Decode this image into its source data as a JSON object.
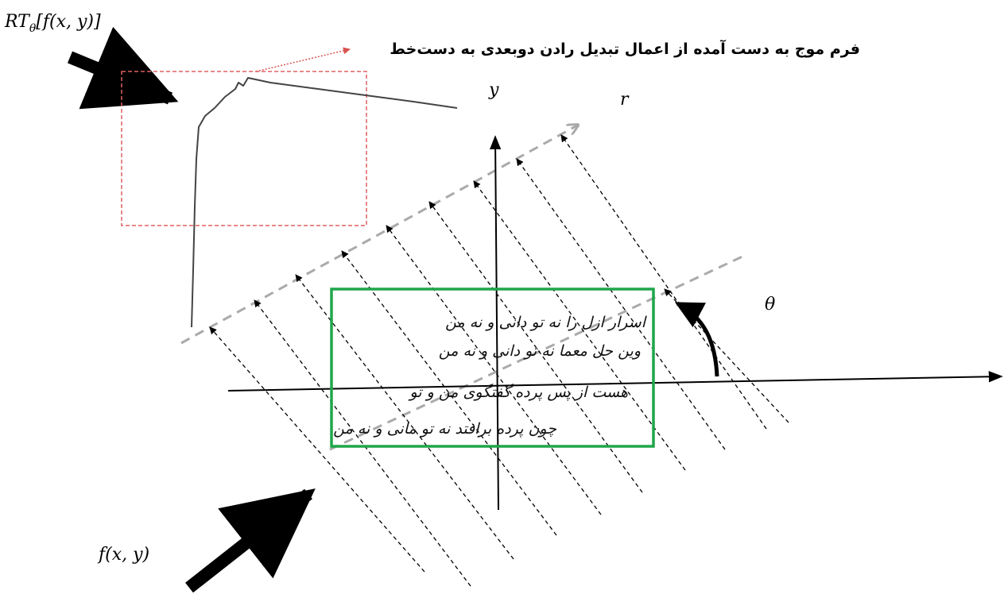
{
  "labels": {
    "transform": "RT",
    "transform_sub": "θ",
    "transform_arg": "[f(x, y)]",
    "caption": "فرم موج به دست آمده از اعمال تبدیل رادن دوبعدی به دست‌خط",
    "y_axis": "y",
    "r_axis": "r",
    "theta": "θ",
    "input": "f(x, y)"
  },
  "handwriting": {
    "lines": [
      "اسرار ازل را نه تو دانی و نه من",
      "وین حل معما نه تو دانی و نه من",
      "هست از پس پرده گفتگوی من و تو",
      "چون پرده برافتد نه تو مانی و نه من"
    ]
  },
  "colors": {
    "image_box": "#1fa64a",
    "waveform_box": "#e06060",
    "waveform_pointer": "#d9534f",
    "r_axis": "#aaaaaa",
    "projection_rays": "#000000",
    "big_arrows": "#000000"
  }
}
